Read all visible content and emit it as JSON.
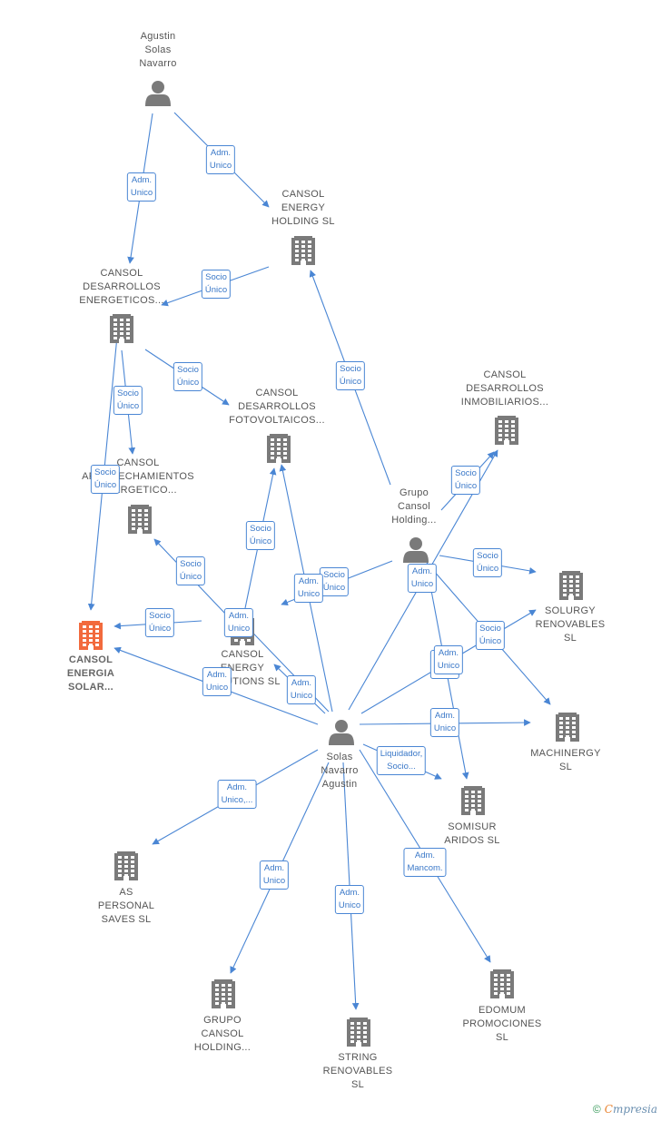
{
  "colors": {
    "edge": "#4a86d4",
    "node": "#7a7a7a",
    "focus": "#f26a3d"
  },
  "nodes": [
    {
      "id": "agustin_person",
      "type": "person",
      "lines": [
        "Agustin",
        "Solas",
        "Navarro"
      ],
      "main": false
    },
    {
      "id": "cansol_energy_holding",
      "type": "company",
      "lines": [
        "CANSOL",
        "ENERGY",
        "HOLDING  SL"
      ],
      "main": false
    },
    {
      "id": "cansol_desarrollos_energeticos",
      "type": "company",
      "lines": [
        "CANSOL",
        "DESARROLLOS",
        "ENERGETICOS..."
      ],
      "main": false
    },
    {
      "id": "cansol_desarrollos_fotovoltaicos",
      "type": "company",
      "lines": [
        "CANSOL",
        "DESARROLLOS",
        "FOTOVOLTAICOS..."
      ],
      "main": false
    },
    {
      "id": "cansol_desarrollos_inmobiliarios",
      "type": "company",
      "lines": [
        "CANSOL",
        "DESARROLLOS",
        "INMOBILIARIOS..."
      ],
      "main": false
    },
    {
      "id": "cansol_aprovechamientos",
      "type": "company",
      "lines": [
        "CANSOL",
        "APROVECHAMIENTOS",
        "ENERGETICO..."
      ],
      "main": false
    },
    {
      "id": "grupo_cansol_person",
      "type": "person",
      "lines": [
        "Grupo",
        "Cansol",
        "Holding..."
      ],
      "main": false
    },
    {
      "id": "cansol_energia_solar",
      "type": "company",
      "lines": [
        "CANSOL",
        "ENERGIA",
        "SOLAR..."
      ],
      "main": true
    },
    {
      "id": "cansol_energy_solutions",
      "type": "company",
      "lines": [
        "CANSOL",
        "ENERGY",
        "SOLUTIONS  SL"
      ],
      "main": false
    },
    {
      "id": "solurgy",
      "type": "company",
      "lines": [
        "SOLURGY",
        "RENOVABLES",
        "SL"
      ],
      "main": false
    },
    {
      "id": "machinergy",
      "type": "company",
      "lines": [
        "MACHINERGY",
        "SL"
      ],
      "main": false
    },
    {
      "id": "solas_person",
      "type": "person",
      "lines": [
        "Solas",
        "Navarro",
        "Agustin"
      ],
      "main": false
    },
    {
      "id": "somisur",
      "type": "company",
      "lines": [
        "SOMISUR",
        "ARIDOS  SL"
      ],
      "main": false
    },
    {
      "id": "as_personal",
      "type": "company",
      "lines": [
        "AS",
        "PERSONAL",
        "SAVES  SL"
      ],
      "main": false
    },
    {
      "id": "grupo_cansol_company",
      "type": "company",
      "lines": [
        "GRUPO",
        "CANSOL",
        "HOLDING..."
      ],
      "main": false
    },
    {
      "id": "string",
      "type": "company",
      "lines": [
        "STRING",
        "RENOVABLES",
        "SL"
      ],
      "main": false
    },
    {
      "id": "edomum",
      "type": "company",
      "lines": [
        "EDOMUM",
        "PROMOCIONES",
        "SL"
      ],
      "main": false
    }
  ],
  "edges": [
    {
      "from": "agustin_person",
      "to": "cansol_desarrollos_energeticos",
      "label": [
        "Adm.",
        "Unico"
      ]
    },
    {
      "from": "agustin_person",
      "to": "cansol_energy_holding",
      "label": [
        "Adm.",
        "Unico"
      ]
    },
    {
      "from": "cansol_energy_holding",
      "to": "cansol_desarrollos_energeticos",
      "label": [
        "Socio",
        "Único"
      ]
    },
    {
      "from": "cansol_desarrollos_energeticos",
      "to": "cansol_desarrollos_fotovoltaicos",
      "label": [
        "Socio",
        "Único"
      ]
    },
    {
      "from": "cansol_desarrollos_energeticos",
      "to": "cansol_aprovechamientos",
      "label": [
        "Socio",
        "Único"
      ]
    },
    {
      "from": "cansol_desarrollos_energeticos",
      "to": "cansol_energia_solar",
      "label": [
        "Socio",
        "Único"
      ]
    },
    {
      "from": "grupo_cansol_person",
      "to": "cansol_energy_holding",
      "label": [
        "Socio",
        "Único"
      ]
    },
    {
      "from": "grupo_cansol_person",
      "to": "cansol_desarrollos_inmobiliarios",
      "label": [
        "Socio",
        "Único"
      ]
    },
    {
      "from": "grupo_cansol_person",
      "to": "solurgy",
      "label": [
        "Socio",
        "Único"
      ]
    },
    {
      "from": "grupo_cansol_person",
      "to": "cansol_energy_solutions",
      "label": [
        "Socio",
        "Único"
      ]
    },
    {
      "from": "grupo_cansol_person",
      "to": "machinergy",
      "label": [
        "Socio",
        "Único"
      ]
    },
    {
      "from": "cansol_energy_solutions",
      "to": "cansol_desarrollos_fotovoltaicos",
      "label": [
        "Socio",
        "Único"
      ]
    },
    {
      "from": "cansol_energy_solutions",
      "to": "cansol_aprovechamientos",
      "label": [
        "Socio",
        "Único"
      ]
    },
    {
      "from": "cansol_energy_solutions",
      "to": "cansol_energia_solar",
      "label": [
        "Socio",
        "Único"
      ]
    },
    {
      "from": "solas_person",
      "to": "cansol_aprovechamientos",
      "label": [
        "Adm.",
        "Unico"
      ]
    },
    {
      "from": "solas_person",
      "to": "cansol_desarrollos_fotovoltaicos",
      "label": [
        "Adm.",
        "Unico"
      ]
    },
    {
      "from": "solas_person",
      "to": "cansol_energy_solutions",
      "label": [
        "Adm.",
        "Unico"
      ]
    },
    {
      "from": "solas_person",
      "to": "cansol_energia_solar",
      "label": [
        "Adm.",
        "Unico"
      ]
    },
    {
      "from": "solas_person",
      "to": "cansol_desarrollos_inmobiliarios",
      "label": [
        "Adm.",
        "Unico"
      ]
    },
    {
      "from": "solas_person",
      "to": "solurgy",
      "label": [
        "Adm.",
        "Unico"
      ]
    },
    {
      "from": "solas_person",
      "to": "machinergy",
      "label": [
        "Adm.",
        "Unico"
      ]
    },
    {
      "from": "solas_person",
      "to": "somisur",
      "label": [
        "Liquidador,",
        "Socio..."
      ]
    },
    {
      "from": "solas_person",
      "to": "as_personal",
      "label": [
        "Adm.",
        "Unico,..."
      ]
    },
    {
      "from": "solas_person",
      "to": "grupo_cansol_company",
      "label": [
        "Adm.",
        "Unico"
      ]
    },
    {
      "from": "solas_person",
      "to": "string",
      "label": [
        "Adm.",
        "Unico"
      ]
    },
    {
      "from": "solas_person",
      "to": "edomum",
      "label": [
        "Adm.",
        "Mancom."
      ]
    },
    {
      "from": "grupo_cansol_person",
      "to": "somisur",
      "label": [
        "Adm.",
        "Unico"
      ]
    }
  ],
  "footer": {
    "copyright": "©",
    "brand_initial": "C",
    "brand_rest": "mpresia"
  }
}
